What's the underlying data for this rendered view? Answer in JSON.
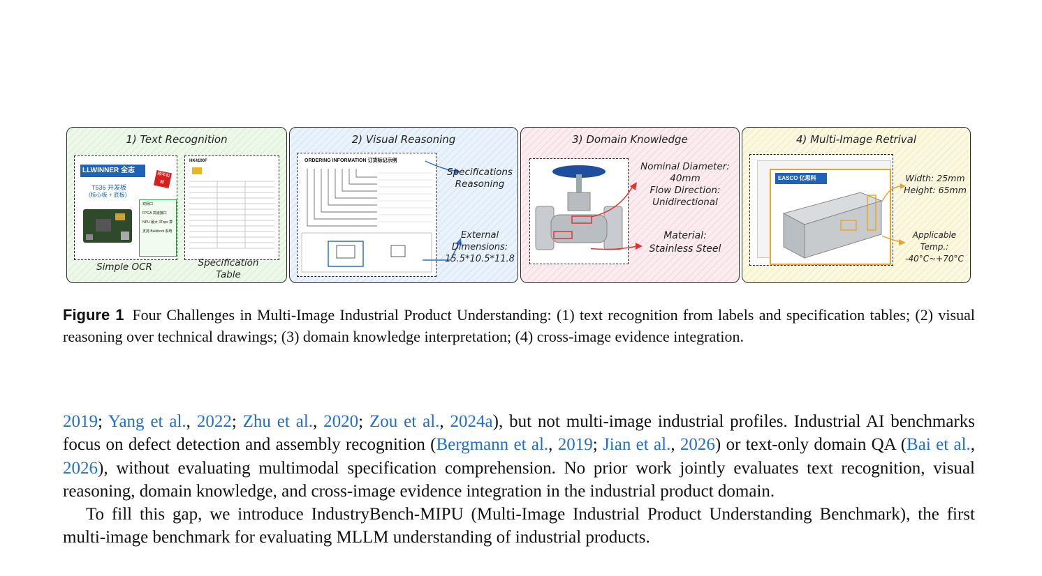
{
  "figure": {
    "panels": [
      {
        "title": "1) Text Recognition",
        "sub_labels": [
          "Simple OCR",
          "Specification\nTable"
        ],
        "board_brand": "LLWINNER 全志",
        "board_model": "T536 开发板",
        "board_sub": "(核心板 + 底板)",
        "badge": "顺丰包邮",
        "features": [
          "双网口",
          "FPGA 高速接口",
          "NPU 最大 3Tops 算",
          "支持 Buildroot 系统"
        ],
        "spec_model": "HK4100F"
      },
      {
        "title": "2) Visual Reasoning",
        "header": "ORDERING INFORMATION 订货标记示例",
        "annotation_1": "Specifications\nReasoning",
        "annotation_2": "External\nDimensions:\n15.5*10.5*11.8"
      },
      {
        "title": "3) Domain Knowledge",
        "annotation_1": "Nominal Diameter:\n40mm\nFlow Direction:\nUnidirectional",
        "annotation_2": "Material:\nStainless Steel"
      },
      {
        "title": "4) Multi-Image Retrival",
        "brand": "EASCO 亿思科",
        "annotation_1": "Width: 25mm\nHeight: 65mm",
        "annotation_2": "Applicable Temp.:\n-40°C~+70°C"
      }
    ],
    "caption_label": "Figure 1",
    "caption_text": "Four Challenges in Multi-Image Industrial Product Understanding: (1) text recognition from labels and specification tables; (2) visual reasoning over technical drawings; (3) domain knowledge interpretation; (4) cross-image evidence integration."
  },
  "body": {
    "p1": [
      {
        "t": "2019",
        "c": true
      },
      {
        "t": "; "
      },
      {
        "t": "Yang et al.",
        "c": true
      },
      {
        "t": ", "
      },
      {
        "t": "2022",
        "c": true
      },
      {
        "t": "; "
      },
      {
        "t": "Zhu et al.",
        "c": true
      },
      {
        "t": ", "
      },
      {
        "t": "2020",
        "c": true
      },
      {
        "t": "; "
      },
      {
        "t": "Zou et al.",
        "c": true
      },
      {
        "t": ", "
      },
      {
        "t": "2024a",
        "c": true
      },
      {
        "t": "), but not multi-image industrial profiles. Industrial AI benchmarks focus on defect detection and assembly recognition ("
      },
      {
        "t": "Bergmann et al.",
        "c": true
      },
      {
        "t": ", "
      },
      {
        "t": "2019",
        "c": true
      },
      {
        "t": "; "
      },
      {
        "t": "Jian et al.",
        "c": true
      },
      {
        "t": ", "
      },
      {
        "t": "2026",
        "c": true
      },
      {
        "t": ") or text-only domain QA ("
      },
      {
        "t": "Bai et al.",
        "c": true
      },
      {
        "t": ", "
      },
      {
        "t": "2026",
        "c": true
      },
      {
        "t": "), without evaluating multimodal specification comprehension. No prior work jointly evaluates text recognition, visual reasoning, domain knowledge, and cross-image evidence integration in the industrial product domain."
      }
    ],
    "p2": "To fill this gap, we introduce IndustryBench-MIPU (Multi-Image Industrial Product Understanding Benchmark), the first multi-image benchmark for evaluating MLLM understanding of industrial products."
  }
}
